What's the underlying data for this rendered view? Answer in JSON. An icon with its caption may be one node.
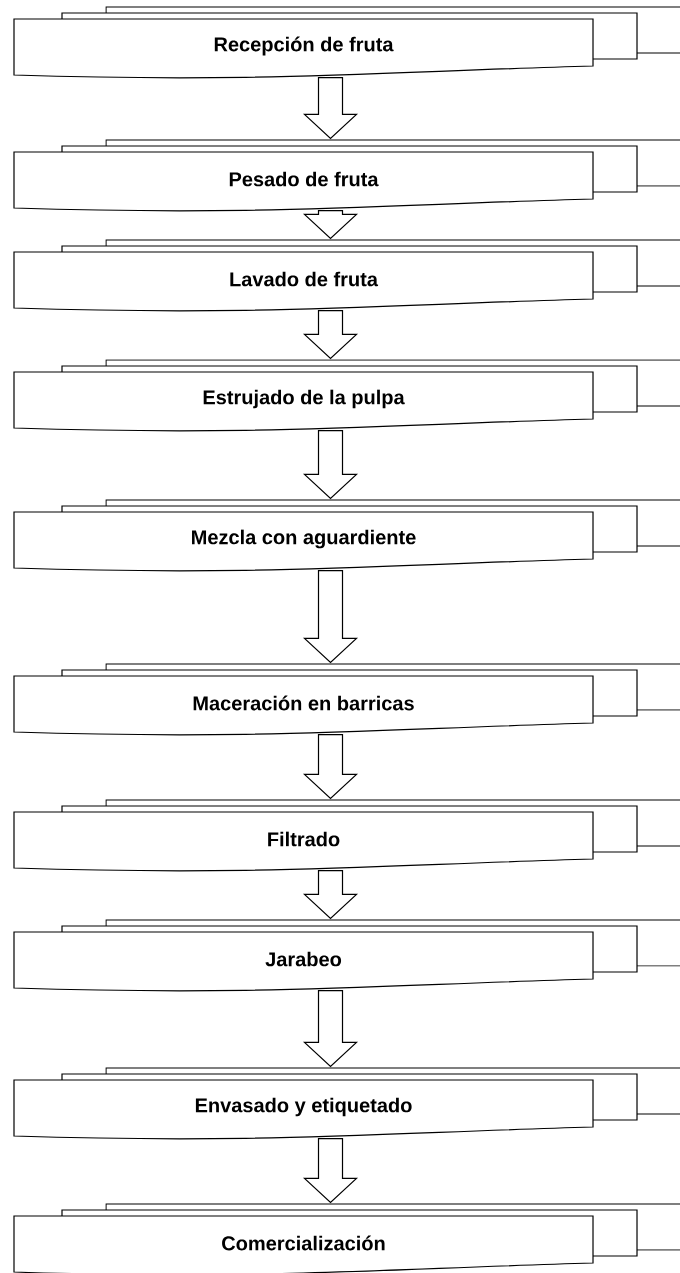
{
  "diagram": {
    "nodes": [
      {
        "text": [
          "Recepción  de fruta"
        ]
      },
      {
        "text": [
          "Pesado de  fruta"
        ]
      },
      {
        "text": [
          "Lavado de fruta"
        ]
      },
      {
        "text": [
          "Estrujado de la pulpa"
        ]
      },
      {
        "text": [
          "Mezcla con aguardiente"
        ]
      },
      {
        "text": [
          "Maceración en barricas"
        ]
      },
      {
        "text": [
          "Filtrado"
        ]
      },
      {
        "text": [
          "Jarabeo"
        ]
      },
      {
        "text": [
          "Envasado y etiquetado"
        ]
      },
      {
        "text": [
          "Comercialización"
        ]
      }
    ],
    "edges": [
      {
        "from": 0,
        "to": 1,
        "arrow": "to"
      },
      {
        "from": 1,
        "to": 2,
        "arrow": "to"
      },
      {
        "from": 2,
        "to": 3,
        "arrow": "to"
      },
      {
        "from": 3,
        "to": 4,
        "arrow": "to"
      },
      {
        "from": 4,
        "to": 5,
        "arrow": "to"
      },
      {
        "from": 5,
        "to": 6,
        "arrow": "to"
      },
      {
        "from": 6,
        "to": 7,
        "arrow": "to"
      },
      {
        "from": 7,
        "to": 8,
        "arrow": "to"
      },
      {
        "from": 8,
        "to": 9,
        "arrow": "to"
      }
    ]
  }
}
